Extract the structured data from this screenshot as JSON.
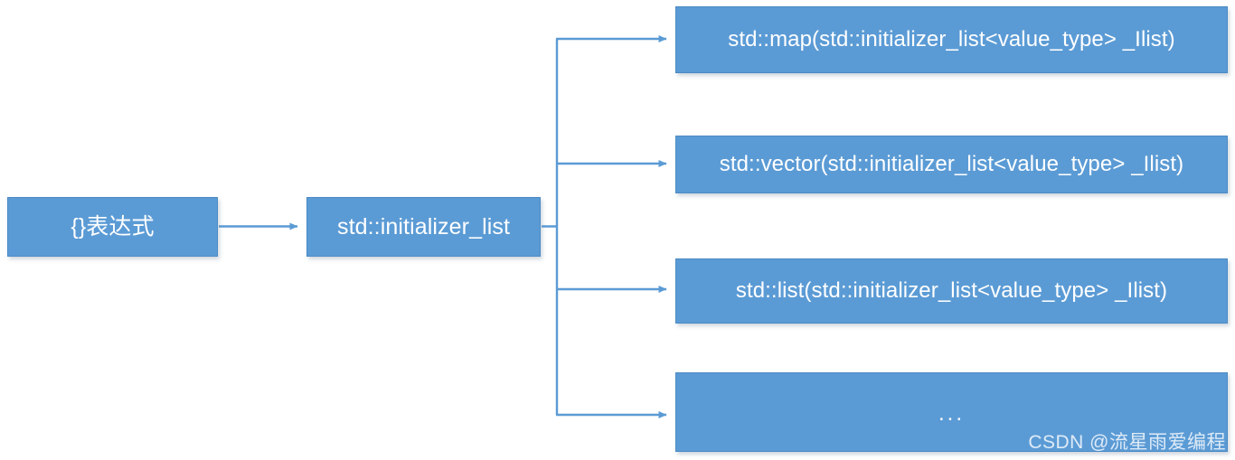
{
  "diagram": {
    "title": "C++ {} expression to std::initializer_list overloads",
    "colors": {
      "node_fill": "#5B9BD5",
      "node_border": "#4A8AC4",
      "node_text": "#FFFFFF",
      "connector": "#5B9BD5",
      "background": "#FFFFFF",
      "watermark_text": "#FFFFFF"
    },
    "nodes": [
      {
        "id": "expr",
        "label": "{}表达式"
      },
      {
        "id": "init",
        "label": "std::initializer_list"
      },
      {
        "id": "map",
        "label": "std::map(std::initializer_list<value_type> _Ilist)"
      },
      {
        "id": "vector",
        "label": "std::vector(std::initializer_list<value_type> _Ilist)"
      },
      {
        "id": "list",
        "label": "std::list(std::initializer_list<value_type> _Ilist)"
      },
      {
        "id": "etc",
        "label": "..."
      }
    ],
    "edges": [
      {
        "from": "expr",
        "to": "map_branch_trunk",
        "style": "arrow"
      },
      {
        "from": "init",
        "to": "map",
        "style": "elbow-arrow"
      },
      {
        "from": "init",
        "to": "vector",
        "style": "elbow-arrow"
      },
      {
        "from": "init",
        "to": "list",
        "style": "elbow-arrow"
      },
      {
        "from": "init",
        "to": "etc",
        "style": "elbow-arrow"
      }
    ]
  },
  "watermark": {
    "text": "CSDN @流星雨爱编程"
  }
}
